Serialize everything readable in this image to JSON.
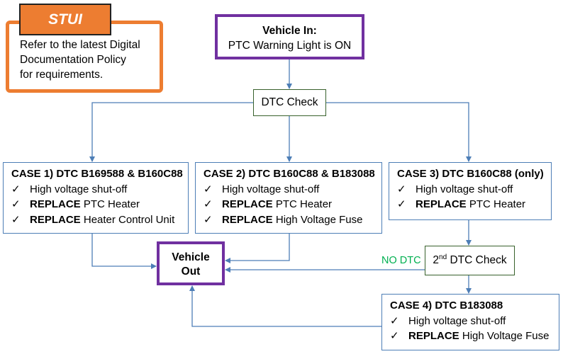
{
  "stui": {
    "tab": "STUI",
    "lines": [
      "Refer to the latest Digital",
      "Documentation Policy",
      "for requirements."
    ]
  },
  "vehicle_in": {
    "title": "Vehicle In:",
    "subtitle": "PTC Warning Light is ON"
  },
  "dtc_check": "DTC Check",
  "cases": {
    "case1": {
      "title": "CASE 1) DTC B169588 & B160C88",
      "items": [
        {
          "bold": "",
          "text": "High voltage shut-off"
        },
        {
          "bold": "REPLACE",
          "text": " PTC Heater"
        },
        {
          "bold": "REPLACE",
          "text": " Heater Control Unit"
        }
      ]
    },
    "case2": {
      "title": "CASE 2) DTC B160C88 & B183088",
      "items": [
        {
          "bold": "",
          "text": "High voltage shut-off"
        },
        {
          "bold": "REPLACE",
          "text": " PTC Heater"
        },
        {
          "bold": "REPLACE",
          "text": " High Voltage Fuse"
        }
      ]
    },
    "case3": {
      "title": "CASE 3) DTC B160C88 (only)",
      "items": [
        {
          "bold": "",
          "text": "High voltage shut-off"
        },
        {
          "bold": "REPLACE",
          "text": " PTC Heater"
        }
      ]
    },
    "case4": {
      "title": "CASE 4) DTC B183088",
      "items": [
        {
          "bold": "",
          "text": "High voltage shut-off"
        },
        {
          "bold": "REPLACE",
          "text": " High Voltage Fuse"
        }
      ]
    }
  },
  "check_mark": "✓",
  "vehicle_out": [
    "Vehicle",
    "Out"
  ],
  "second_check": {
    "ordinal": "2",
    "suffix": "nd",
    "label": " DTC Check"
  },
  "no_dtc": "NO DTC",
  "colors": {
    "orange": "#ed7d31",
    "purple": "#7030a0",
    "green_border": "#38612c",
    "blue": "#4d7eb6",
    "no_dtc": "#00b050"
  }
}
